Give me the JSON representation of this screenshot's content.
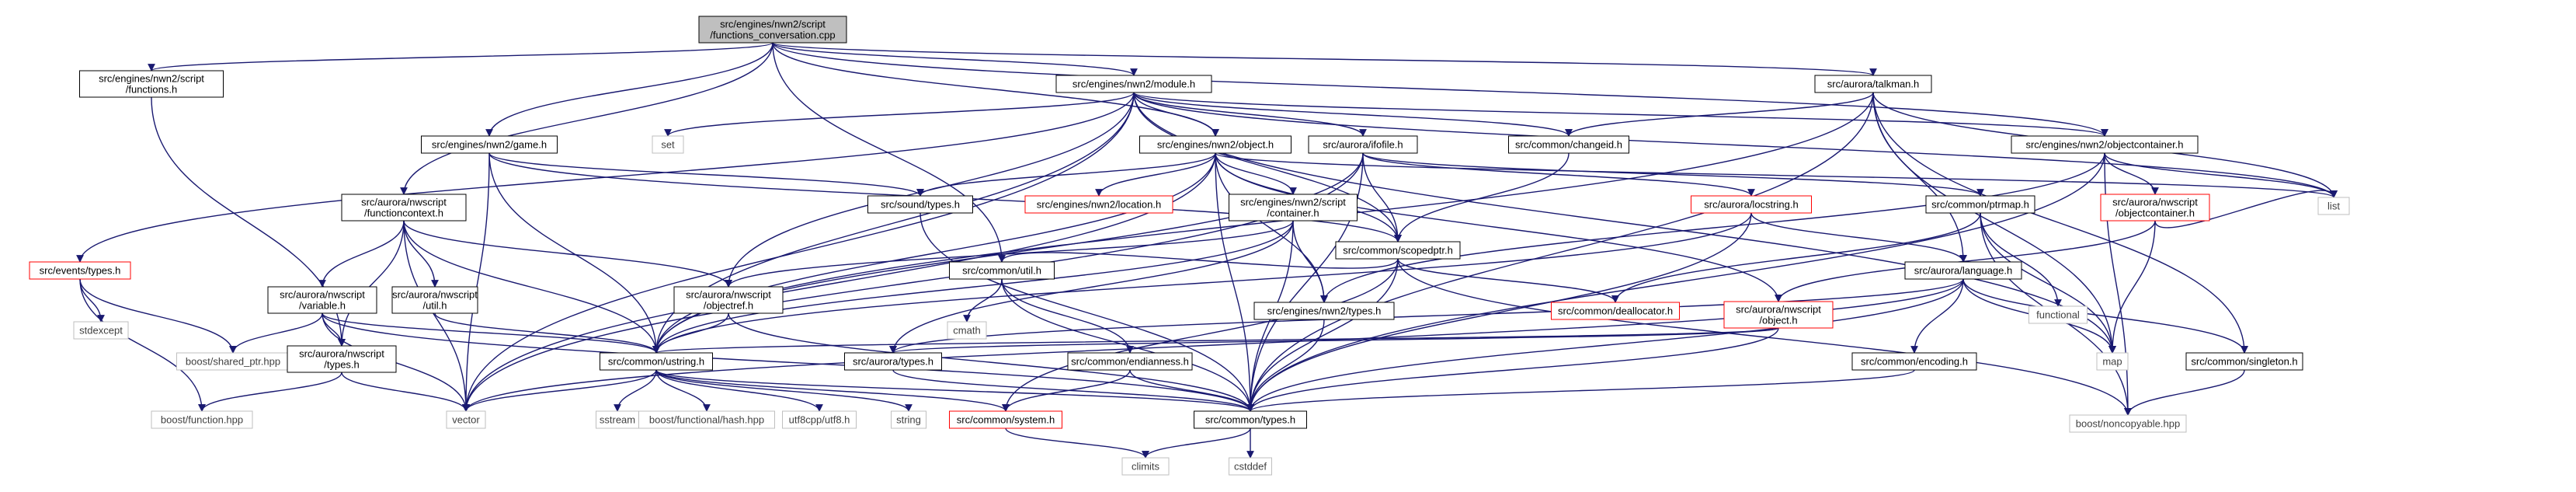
{
  "colors": {
    "root_fill": "#bfbfbf",
    "node_border": "#000000",
    "highlight_border": "#ff0000",
    "system_border": "#bfbfbf",
    "system_text": "#404040",
    "node_text": "#000000",
    "edge": "#191970"
  },
  "nodes": [
    {
      "id": "root",
      "kind": "root",
      "lines": [
        "src/engines/nwn2/script",
        "/functions_conversation.cpp"
      ]
    },
    {
      "id": "functions",
      "kind": "file",
      "lines": [
        "src/engines/nwn2/script",
        "/functions.h"
      ]
    },
    {
      "id": "module",
      "kind": "file",
      "lines": [
        "src/engines/nwn2/module.h"
      ]
    },
    {
      "id": "talkman",
      "kind": "file",
      "lines": [
        "src/aurora/talkman.h"
      ]
    },
    {
      "id": "game",
      "kind": "file",
      "lines": [
        "src/engines/nwn2/game.h"
      ]
    },
    {
      "id": "set",
      "kind": "system",
      "lines": [
        "set"
      ]
    },
    {
      "id": "object",
      "kind": "file",
      "lines": [
        "src/engines/nwn2/object.h"
      ]
    },
    {
      "id": "ifofile",
      "kind": "file",
      "lines": [
        "src/aurora/ifofile.h"
      ]
    },
    {
      "id": "changeid",
      "kind": "file",
      "lines": [
        "src/common/changeid.h"
      ]
    },
    {
      "id": "objectcontainer",
      "kind": "file",
      "lines": [
        "src/engines/nwn2/objectcontainer.h"
      ]
    },
    {
      "id": "functioncontext",
      "kind": "file",
      "lines": [
        "src/aurora/nwscript",
        "/functioncontext.h"
      ]
    },
    {
      "id": "soundtypes",
      "kind": "file",
      "lines": [
        "src/sound/types.h"
      ]
    },
    {
      "id": "location",
      "kind": "highlight",
      "lines": [
        "src/engines/nwn2/location.h"
      ]
    },
    {
      "id": "scriptcontainer",
      "kind": "file",
      "lines": [
        "src/engines/nwn2/script",
        "/container.h"
      ]
    },
    {
      "id": "scopedptr",
      "kind": "file",
      "lines": [
        "src/common/scopedptr.h"
      ]
    },
    {
      "id": "locstring",
      "kind": "highlight",
      "lines": [
        "src/aurora/locstring.h"
      ]
    },
    {
      "id": "ptrmap",
      "kind": "file",
      "lines": [
        "src/common/ptrmap.h"
      ]
    },
    {
      "id": "nwsobjectcontainer",
      "kind": "highlight",
      "lines": [
        "src/aurora/nwscript",
        "/objectcontainer.h"
      ]
    },
    {
      "id": "list",
      "kind": "system",
      "lines": [
        "list"
      ]
    },
    {
      "id": "eventstypes",
      "kind": "highlight",
      "lines": [
        "src/events/types.h"
      ]
    },
    {
      "id": "variable",
      "kind": "file",
      "lines": [
        "src/aurora/nwscript",
        "/variable.h"
      ]
    },
    {
      "id": "nwsutil",
      "kind": "file",
      "lines": [
        "src/aurora/nwscript",
        "/util.h"
      ]
    },
    {
      "id": "objectref",
      "kind": "file",
      "lines": [
        "src/aurora/nwscript",
        "/objectref.h"
      ]
    },
    {
      "id": "commonutil",
      "kind": "file",
      "lines": [
        "src/common/util.h"
      ]
    },
    {
      "id": "nwn2types",
      "kind": "file",
      "lines": [
        "src/engines/nwn2/types.h"
      ]
    },
    {
      "id": "deallocator",
      "kind": "highlight",
      "lines": [
        "src/common/deallocator.h"
      ]
    },
    {
      "id": "nwsobject",
      "kind": "highlight",
      "lines": [
        "src/aurora/nwscript",
        "/object.h"
      ]
    },
    {
      "id": "language",
      "kind": "file",
      "lines": [
        "src/aurora/language.h"
      ]
    },
    {
      "id": "functional",
      "kind": "system",
      "lines": [
        "functional"
      ]
    },
    {
      "id": "stdexcept",
      "kind": "system",
      "lines": [
        "stdexcept"
      ]
    },
    {
      "id": "sharedptr",
      "kind": "system",
      "lines": [
        "boost/shared_ptr.hpp"
      ]
    },
    {
      "id": "nwstypes",
      "kind": "file",
      "lines": [
        "src/aurora/nwscript",
        "/types.h"
      ]
    },
    {
      "id": "ustring",
      "kind": "file",
      "lines": [
        "src/common/ustring.h"
      ]
    },
    {
      "id": "cmath",
      "kind": "system",
      "lines": [
        "cmath"
      ]
    },
    {
      "id": "auroratypes",
      "kind": "file",
      "lines": [
        "src/aurora/types.h"
      ]
    },
    {
      "id": "endianness",
      "kind": "file",
      "lines": [
        "src/common/endianness.h"
      ]
    },
    {
      "id": "encoding",
      "kind": "file",
      "lines": [
        "src/common/encoding.h"
      ]
    },
    {
      "id": "map",
      "kind": "system",
      "lines": [
        "map"
      ]
    },
    {
      "id": "singleton",
      "kind": "file",
      "lines": [
        "src/common/singleton.h"
      ]
    },
    {
      "id": "boostfunction",
      "kind": "system",
      "lines": [
        "boost/function.hpp"
      ]
    },
    {
      "id": "vector",
      "kind": "system",
      "lines": [
        "vector"
      ]
    },
    {
      "id": "sstream",
      "kind": "system",
      "lines": [
        "sstream"
      ]
    },
    {
      "id": "hash",
      "kind": "system",
      "lines": [
        "boost/functional/hash.hpp"
      ]
    },
    {
      "id": "utf8",
      "kind": "system",
      "lines": [
        "utf8cpp/utf8.h"
      ]
    },
    {
      "id": "string",
      "kind": "system",
      "lines": [
        "string"
      ]
    },
    {
      "id": "system",
      "kind": "highlight",
      "lines": [
        "src/common/system.h"
      ]
    },
    {
      "id": "commontypes",
      "kind": "file",
      "lines": [
        "src/common/types.h"
      ]
    },
    {
      "id": "noncopyable",
      "kind": "system",
      "lines": [
        "boost/noncopyable.hpp"
      ]
    },
    {
      "id": "climits",
      "kind": "system",
      "lines": [
        "climits"
      ]
    },
    {
      "id": "cstddef",
      "kind": "system",
      "lines": [
        "cstddef"
      ]
    }
  ],
  "edges": [
    [
      "root",
      "functions"
    ],
    [
      "root",
      "module"
    ],
    [
      "root",
      "talkman"
    ],
    [
      "root",
      "game"
    ],
    [
      "root",
      "object"
    ],
    [
      "root",
      "functioncontext"
    ],
    [
      "root",
      "commonutil"
    ],
    [
      "root",
      "objectcontainer"
    ],
    [
      "functions",
      "nwstypes"
    ],
    [
      "module",
      "set"
    ],
    [
      "module",
      "object"
    ],
    [
      "module",
      "ifofile"
    ],
    [
      "module",
      "changeid"
    ],
    [
      "module",
      "objectcontainer"
    ],
    [
      "module",
      "eventstypes"
    ],
    [
      "module",
      "objectref"
    ],
    [
      "module",
      "ustring"
    ],
    [
      "module",
      "vector"
    ],
    [
      "module",
      "list"
    ],
    [
      "module",
      "map"
    ],
    [
      "module",
      "scopedptr"
    ],
    [
      "talkman",
      "changeid"
    ],
    [
      "talkman",
      "language"
    ],
    [
      "talkman",
      "singleton"
    ],
    [
      "talkman",
      "commontypes"
    ],
    [
      "talkman",
      "ustring"
    ],
    [
      "talkman",
      "list"
    ],
    [
      "talkman",
      "map"
    ],
    [
      "game",
      "soundtypes"
    ],
    [
      "game",
      "ustring"
    ],
    [
      "game",
      "vector"
    ],
    [
      "game",
      "scopedptr"
    ],
    [
      "object",
      "soundtypes"
    ],
    [
      "object",
      "location"
    ],
    [
      "object",
      "scriptcontainer"
    ],
    [
      "object",
      "scopedptr"
    ],
    [
      "object",
      "nwn2types"
    ],
    [
      "object",
      "nwsobject"
    ],
    [
      "object",
      "ustring"
    ],
    [
      "object",
      "commontypes"
    ],
    [
      "object",
      "list"
    ],
    [
      "object",
      "vector"
    ],
    [
      "ifofile",
      "scopedptr"
    ],
    [
      "ifofile",
      "locstring"
    ],
    [
      "ifofile",
      "ustring"
    ],
    [
      "ifofile",
      "vector"
    ],
    [
      "ifofile",
      "commontypes"
    ],
    [
      "ifofile",
      "ptrmap"
    ],
    [
      "changeid",
      "scopedptr"
    ],
    [
      "objectcontainer",
      "nwsobjectcontainer"
    ],
    [
      "objectcontainer",
      "list"
    ],
    [
      "objectcontainer",
      "commontypes"
    ],
    [
      "objectcontainer",
      "noncopyable"
    ],
    [
      "objectcontainer",
      "nwn2types"
    ],
    [
      "functioncontext",
      "variable"
    ],
    [
      "functioncontext",
      "nwsutil"
    ],
    [
      "functioncontext",
      "objectref"
    ],
    [
      "functioncontext",
      "nwstypes"
    ],
    [
      "functioncontext",
      "ustring"
    ],
    [
      "functioncontext",
      "vector"
    ],
    [
      "soundtypes",
      "commontypes"
    ],
    [
      "scriptcontainer",
      "objectref"
    ],
    [
      "scriptcontainer",
      "nwn2types"
    ],
    [
      "scriptcontainer",
      "ustring"
    ],
    [
      "scriptcontainer",
      "commontypes"
    ],
    [
      "scriptcontainer",
      "auroratypes"
    ],
    [
      "scopedptr",
      "commonutil"
    ],
    [
      "scopedptr",
      "deallocator"
    ],
    [
      "scopedptr",
      "commontypes"
    ],
    [
      "scopedptr",
      "noncopyable"
    ],
    [
      "scopedptr",
      "system"
    ],
    [
      "locstring",
      "language"
    ],
    [
      "locstring",
      "commontypes"
    ],
    [
      "locstring",
      "ustring"
    ],
    [
      "ptrmap",
      "deallocator"
    ],
    [
      "ptrmap",
      "map"
    ],
    [
      "ptrmap",
      "functional"
    ],
    [
      "ptrmap",
      "noncopyable"
    ],
    [
      "nwsobjectcontainer",
      "list"
    ],
    [
      "nwsobjectcontainer",
      "map"
    ],
    [
      "nwsobjectcontainer",
      "nwsobject"
    ],
    [
      "eventstypes",
      "stdexcept"
    ],
    [
      "eventstypes",
      "sharedptr"
    ],
    [
      "eventstypes",
      "boostfunction"
    ],
    [
      "variable",
      "nwstypes"
    ],
    [
      "variable",
      "ustring"
    ],
    [
      "variable",
      "sharedptr"
    ],
    [
      "variable",
      "vector"
    ],
    [
      "variable",
      "commontypes"
    ],
    [
      "nwsutil",
      "ustring"
    ],
    [
      "objectref",
      "ustring"
    ],
    [
      "objectref",
      "commontypes"
    ],
    [
      "commonutil",
      "cmath"
    ],
    [
      "commonutil",
      "endianness"
    ],
    [
      "commonutil",
      "commontypes"
    ],
    [
      "nwn2types",
      "commontypes"
    ],
    [
      "nwsobject",
      "ustring"
    ],
    [
      "nwsobject",
      "commontypes"
    ],
    [
      "nwsobject",
      "auroratypes"
    ],
    [
      "language",
      "encoding"
    ],
    [
      "language",
      "singleton"
    ],
    [
      "language",
      "auroratypes"
    ],
    [
      "language",
      "map"
    ],
    [
      "language",
      "vector"
    ],
    [
      "language",
      "commontypes"
    ],
    [
      "nwstypes",
      "vector"
    ],
    [
      "nwstypes",
      "boostfunction"
    ],
    [
      "ustring",
      "vector"
    ],
    [
      "ustring",
      "sstream"
    ],
    [
      "ustring",
      "hash"
    ],
    [
      "ustring",
      "utf8"
    ],
    [
      "ustring",
      "string"
    ],
    [
      "ustring",
      "system"
    ],
    [
      "ustring",
      "commontypes"
    ],
    [
      "auroratypes",
      "commontypes"
    ],
    [
      "endianness",
      "system"
    ],
    [
      "endianness",
      "commontypes"
    ],
    [
      "encoding",
      "commontypes"
    ],
    [
      "singleton",
      "noncopyable"
    ],
    [
      "system",
      "climits"
    ],
    [
      "commontypes",
      "climits"
    ],
    [
      "commontypes",
      "cstddef"
    ]
  ]
}
